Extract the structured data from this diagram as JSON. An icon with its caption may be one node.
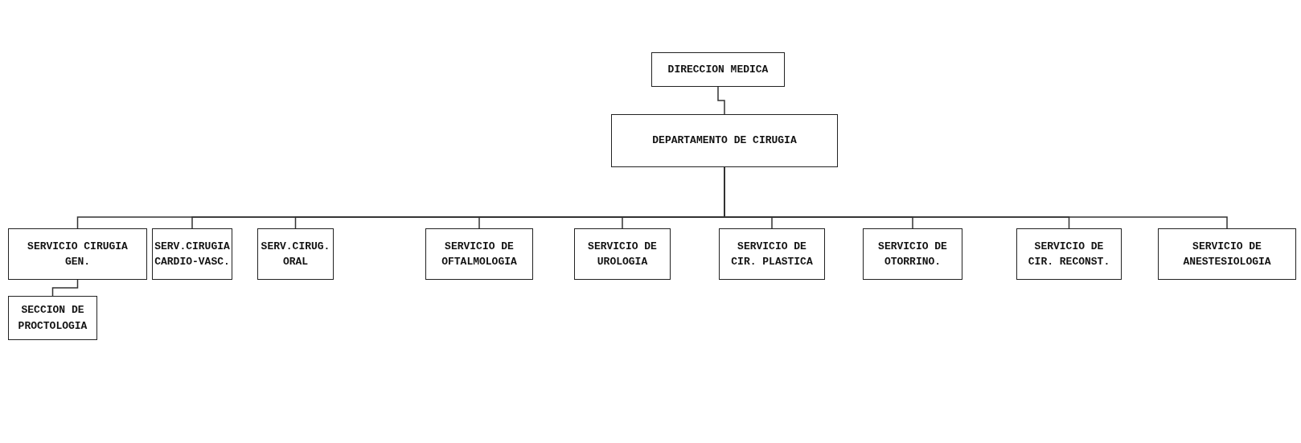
{
  "diagram": {
    "nodes": [
      {
        "text": [
          "DIRECCION MEDICA"
        ]
      },
      {
        "text": [
          "DEPARTAMENTO DE CIRUGIA"
        ]
      },
      {
        "text": [
          "SERVICIO CIRUGIA GEN."
        ]
      },
      {
        "text": [
          "SERV.CIRUGIA CARDIO-VASC."
        ]
      },
      {
        "text": [
          "SERV.CIRUG. ORAL"
        ]
      },
      {
        "text": [
          "SERVICIO DE OFTALMOLOGIA"
        ]
      },
      {
        "text": [
          "SERVICIO DE UROLOGIA"
        ]
      },
      {
        "text": [
          "SERVICIO DE CIR. PLASTICA"
        ]
      },
      {
        "text": [
          "SERVICIO DE OTORRINO."
        ]
      },
      {
        "text": [
          "SERVICIO DE CIR. RECONST."
        ]
      },
      {
        "text": [
          "SERVICIO DE ANESTESIOLOGIA"
        ]
      },
      {
        "text": [
          "SECCION DE PROCTOLOGIA"
        ]
      }
    ],
    "edges": [
      {
        "from": 0,
        "to": 1,
        "arrow": "none"
      },
      {
        "from": 1,
        "to": 2,
        "arrow": "none"
      },
      {
        "from": 1,
        "to": 3,
        "arrow": "none"
      },
      {
        "from": 1,
        "to": 4,
        "arrow": "none"
      },
      {
        "from": 1,
        "to": 5,
        "arrow": "none"
      },
      {
        "from": 1,
        "to": 6,
        "arrow": "none"
      },
      {
        "from": 1,
        "to": 7,
        "arrow": "none"
      },
      {
        "from": 1,
        "to": 8,
        "arrow": "none"
      },
      {
        "from": 1,
        "to": 9,
        "arrow": "none"
      },
      {
        "from": 1,
        "to": 10,
        "arrow": "none"
      },
      {
        "from": 2,
        "to": 11,
        "arrow": "none"
      }
    ]
  }
}
